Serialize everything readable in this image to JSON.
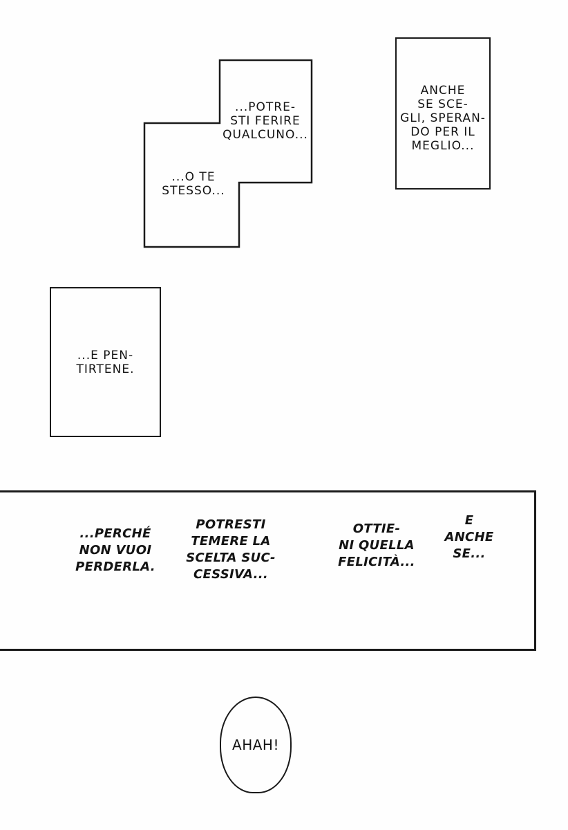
{
  "page": {
    "paper_color": "#fefefe",
    "ink_color": "#141414",
    "border_color": "#1a1a1a"
  },
  "bubbles": {
    "anche_se_scegli": {
      "lines": [
        "ANCHE",
        "SE SCE-",
        "GLI, SPERAN-",
        "DO PER IL",
        "MEGLIO..."
      ]
    },
    "potresti_ferire": {
      "lines": [
        "...POTRE-",
        "STI FERIRE",
        "QUALCUNO..."
      ]
    },
    "o_te_stesso": {
      "lines": [
        "...O TE",
        "STESSO..."
      ]
    },
    "e_pentirtene": {
      "lines": [
        "...E PEN-",
        "TIRTENE."
      ]
    },
    "perche_non_vuoi": {
      "lines": [
        "...PERCHÉ",
        "NON VUOI",
        "PERDERLA."
      ]
    },
    "potresti_temere": {
      "lines": [
        "POTRESTI",
        "TEMERE LA",
        "SCELTA SUC-",
        "CESSIVA..."
      ]
    },
    "ottieni_felicita": {
      "lines": [
        "OTTIE-",
        "NI QUELLA",
        "FELICITÀ..."
      ]
    },
    "e_anche_se": {
      "lines": [
        "E",
        "ANCHE",
        "SE..."
      ]
    },
    "ahah": {
      "lines": [
        "AHAH!"
      ]
    }
  }
}
